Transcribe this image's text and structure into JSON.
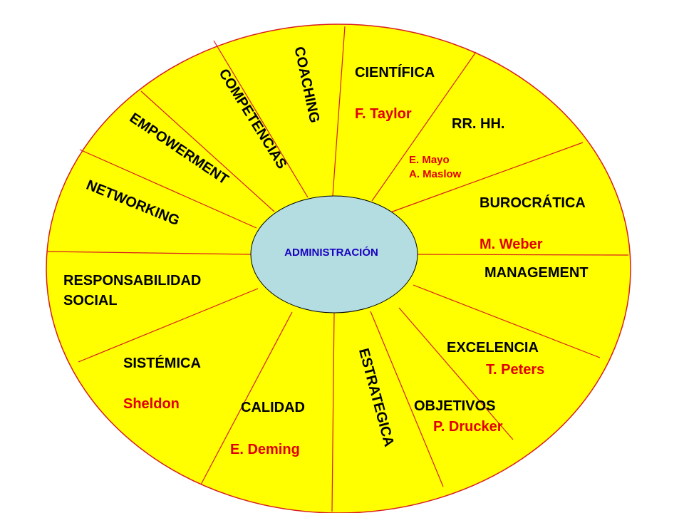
{
  "center": {
    "label": "ADMINISTRACIÓN"
  },
  "colors": {
    "fill": "#ffff00",
    "outline": "#d81e1e",
    "center_fill": "#b3dde1",
    "center_text": "#1a00c0",
    "author_text": "#e00000"
  },
  "segments": {
    "coaching": {
      "title": "COACHING"
    },
    "cientifica": {
      "title": "CIENTÍFICA",
      "author": "F. Taylor"
    },
    "rrhh": {
      "title": "RR. HH.",
      "author_1": "E. Mayo",
      "author_2": "A. Maslow"
    },
    "burocratica": {
      "title": "BUROCRÁTICA",
      "author": "M. Weber"
    },
    "management": {
      "title": "MANAGEMENT"
    },
    "excelencia": {
      "title": "EXCELENCIA",
      "author": "T. Peters"
    },
    "objetivos": {
      "title": "OBJETIVOS",
      "author": "P. Drucker"
    },
    "estrategica": {
      "title": "ESTRATEGICA"
    },
    "calidad": {
      "title": "CALIDAD",
      "author": "E. Deming"
    },
    "sistemica": {
      "title": "SISTÉMICA",
      "author": "Sheldon"
    },
    "responsabilidad": {
      "title_line_1": "RESPONSABILIDAD",
      "title_line_2": "SOCIAL"
    },
    "networking": {
      "title": "NETWORKING"
    },
    "empowerment": {
      "title": "EMPOWERMENT"
    },
    "competencias": {
      "title": "COMPETENCIAS"
    }
  }
}
